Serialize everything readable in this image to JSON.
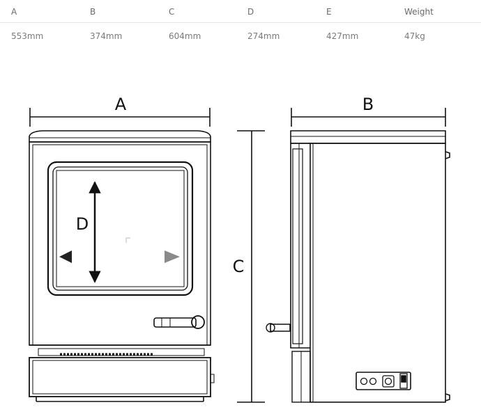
{
  "table": {
    "headers": [
      "A",
      "B",
      "C",
      "D",
      "E",
      "Weight"
    ],
    "values": [
      "553mm",
      "374mm",
      "604mm",
      "274mm",
      "427mm",
      "47kg"
    ]
  },
  "diagram": {
    "front_width_label": "A",
    "side_width_label": "B",
    "height_label": "C",
    "window_height_label": "D"
  }
}
